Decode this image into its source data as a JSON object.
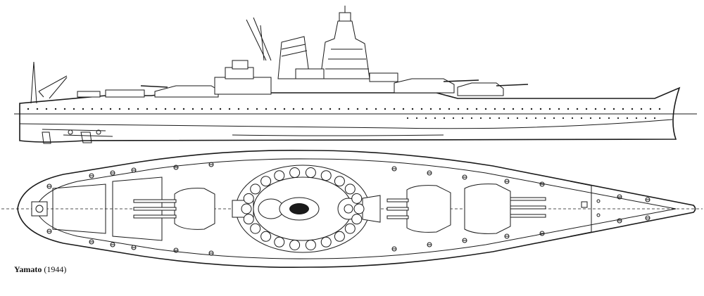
{
  "figure": {
    "caption_name": "Yamato",
    "caption_year": "(1944)",
    "views": [
      "side-profile",
      "plan-view"
    ]
  },
  "colors": {
    "line": "#1a1a1a",
    "background": "#ffffff"
  }
}
